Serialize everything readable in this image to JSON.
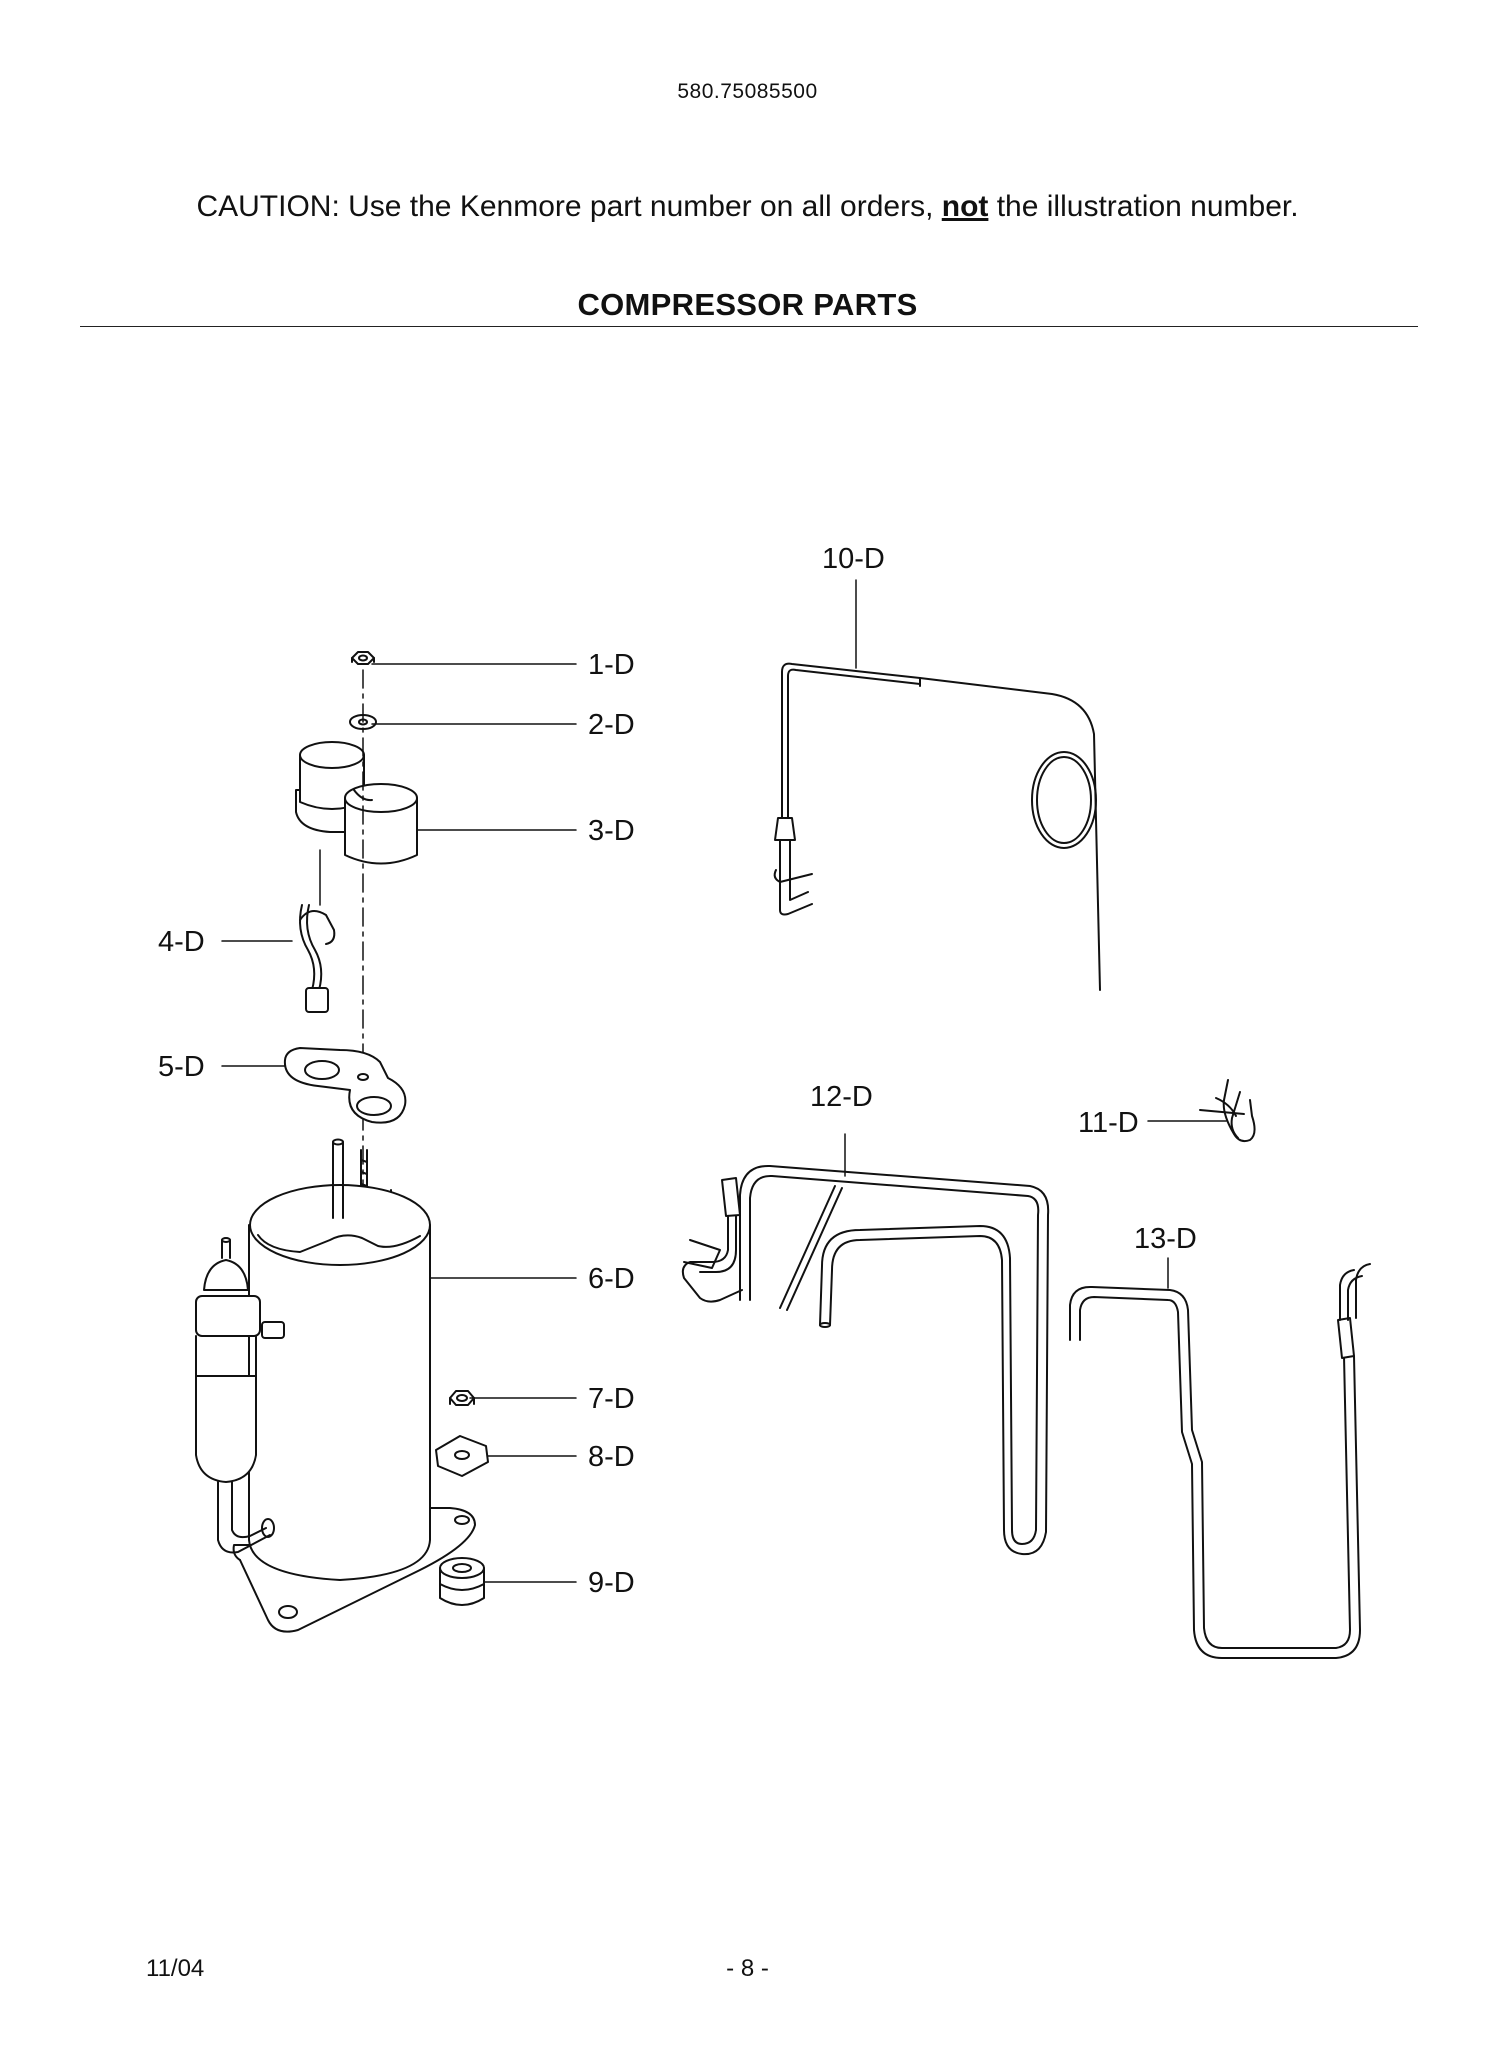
{
  "header": {
    "doc_number": "580.75085500",
    "caution_prefix": "CAUTION: Use the Kenmore part number on all orders, ",
    "caution_emphasis": "not",
    "caution_suffix": " the illustration number.",
    "section_title": "COMPRESSOR PARTS"
  },
  "callouts": {
    "p1": "1-D",
    "p2": "2-D",
    "p3": "3-D",
    "p4": "4-D",
    "p5": "5-D",
    "p6": "6-D",
    "p7": "7-D",
    "p8": "8-D",
    "p9": "9-D",
    "p10": "10-D",
    "p11": "11-D",
    "p12": "12-D",
    "p13": "13-D"
  },
  "footer": {
    "date": "11/04",
    "page": "- 8 -"
  }
}
